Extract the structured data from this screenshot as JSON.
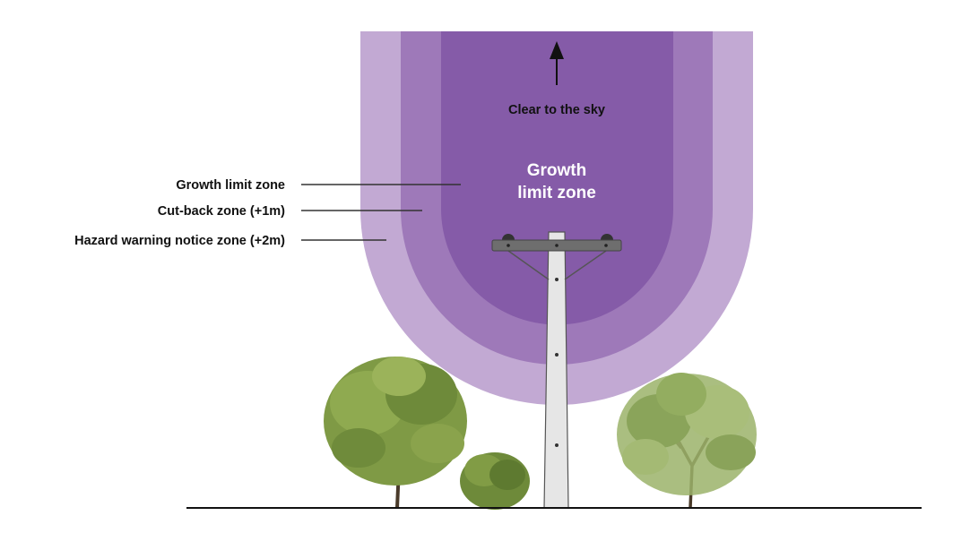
{
  "diagram": {
    "arrow_label": "Clear to the sky",
    "inner_zone_label_line1": "Growth",
    "inner_zone_label_line2": "limit zone",
    "legend": [
      {
        "label": "Growth limit zone"
      },
      {
        "label": "Cut-back zone (+1m)"
      },
      {
        "label": "Hazard warning notice zone (+2m)"
      }
    ]
  },
  "colors": {
    "growth_limit_zone": "#855BA8",
    "cut_back_zone": "#9E79B9",
    "hazard_warning_zone": "#C2A9D3",
    "pole": "#E6E6E6",
    "crossarm": "#6E6E6E",
    "ground": "#111111",
    "tree_foliage": "#7F9A45",
    "tree_trunk": "#4A3B2A"
  },
  "icons": {
    "pole": "power-pole-icon",
    "arrow": "arrow-up-icon",
    "trees": "tree-icon"
  }
}
